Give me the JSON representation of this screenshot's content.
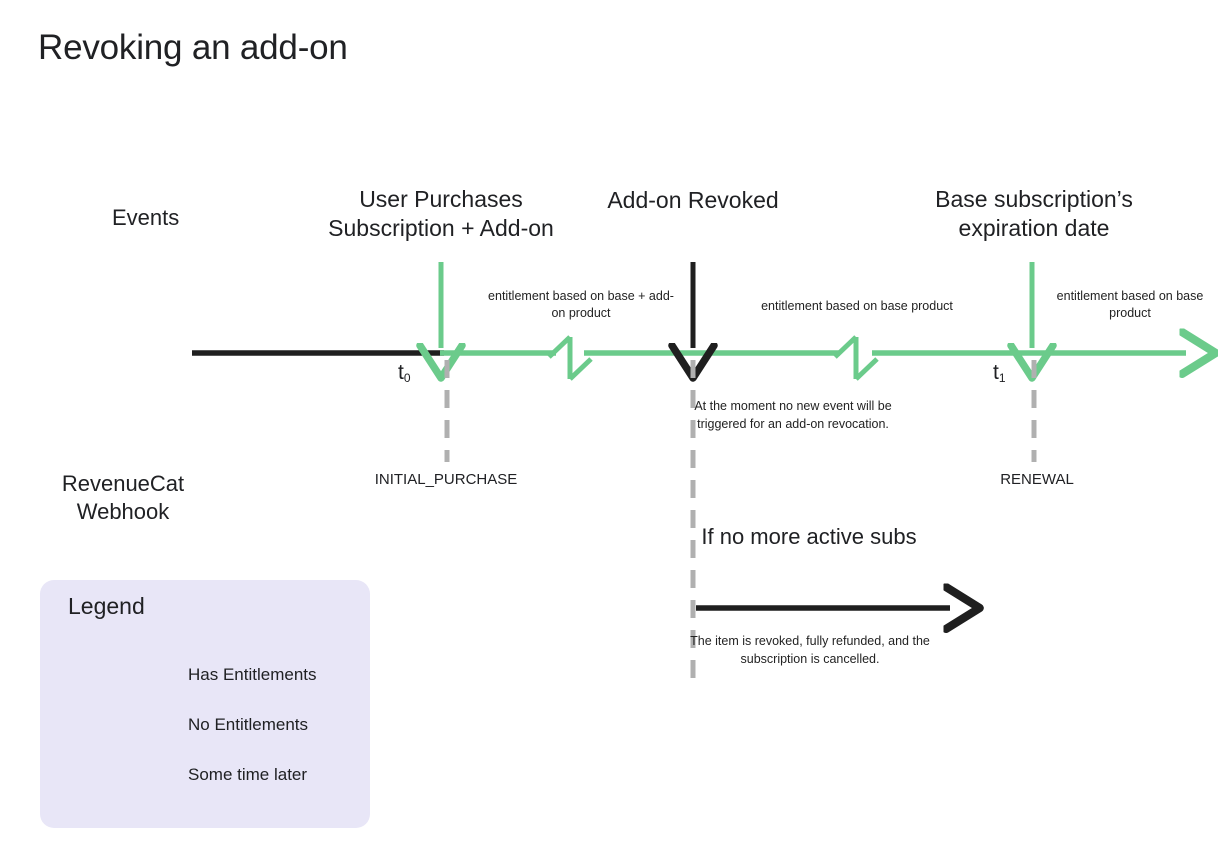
{
  "page": {
    "title": "Revoking an add-on",
    "background_color": "#ffffff"
  },
  "colors": {
    "green": "#6BCB8B",
    "black": "#1f1f1f",
    "dash_gray": "#B0B0B0",
    "legend_bg": "#E8E6F7",
    "text": "#202124"
  },
  "rows": {
    "events_label": "Events",
    "webhook_label": "RevenueCat Webhook"
  },
  "timeline": {
    "events": [
      {
        "title": "User Purchases Subscription + Add-on",
        "marker": "t",
        "marker_sub": "0",
        "webhook": "INITIAL_PURCHASE"
      },
      {
        "title": "Add-on Revoked",
        "marker": "",
        "marker_sub": "",
        "webhook": ""
      },
      {
        "title": "Base subscription’s expiration date",
        "marker": "t",
        "marker_sub": "1",
        "webhook": "RENEWAL"
      }
    ],
    "entitlement_notes": [
      "entitlement based on base + add-on product",
      "entitlement based on base product",
      "entitlement based on base product"
    ]
  },
  "annotations": {
    "no_event": "At the moment no new event will be triggered for an add-on revocation.",
    "no_active_subs": "If no more active subs",
    "revoked": "The item is revoked, fully refunded, and the subscription is cancelled."
  },
  "legend": {
    "title": "Legend",
    "items": [
      {
        "label": "Has Entitlements",
        "style": "green-arrow",
        "color": "#6BCB8B"
      },
      {
        "label": "No Entitlements",
        "style": "black-arrow",
        "color": "#1f1f1f"
      },
      {
        "label": "Some time later",
        "style": "zigzag-arrow",
        "color": "#1f1f1f"
      }
    ]
  }
}
